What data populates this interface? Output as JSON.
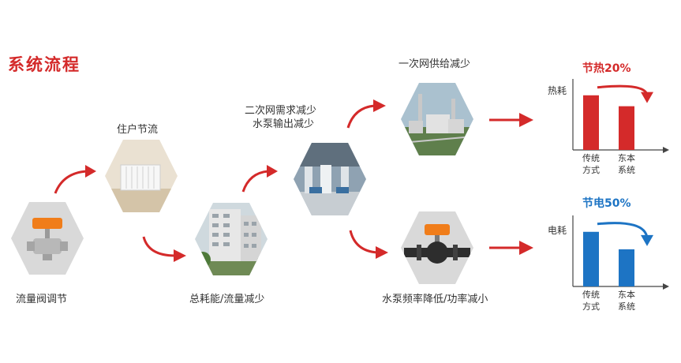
{
  "title": "系统流程",
  "steps": {
    "valve": "流量阀调节",
    "household": "住户节流",
    "total": "总耗能/流量减少",
    "secondary_line1": "二次网需求减少",
    "secondary_line2": "水泵输出减少",
    "primary": "一次网供给减少",
    "pump": "水泵频率降低/功率减小"
  },
  "colors": {
    "accent": "#d42a2a",
    "red_bar": "#d42a2a",
    "blue_bar": "#1d74c4",
    "hex_bg": "#d9d9d9"
  },
  "chart_data": [
    {
      "type": "bar",
      "title": "节热20%",
      "ylabel": "热耗",
      "categories": [
        "传统方式",
        "东本系统"
      ],
      "category_lines": [
        [
          "传统",
          "方式"
        ],
        [
          "东本",
          "系统"
        ]
      ],
      "values": [
        100,
        80
      ],
      "color": "#d42a2a",
      "ylim": [
        0,
        130
      ]
    },
    {
      "type": "bar",
      "title": "节电50%",
      "ylabel": "电耗",
      "categories": [
        "传统方式",
        "东本系统"
      ],
      "category_lines": [
        [
          "传统",
          "方式"
        ],
        [
          "东本",
          "系统"
        ]
      ],
      "values": [
        100,
        68
      ],
      "color": "#1d74c4",
      "ylim": [
        0,
        130
      ]
    }
  ]
}
